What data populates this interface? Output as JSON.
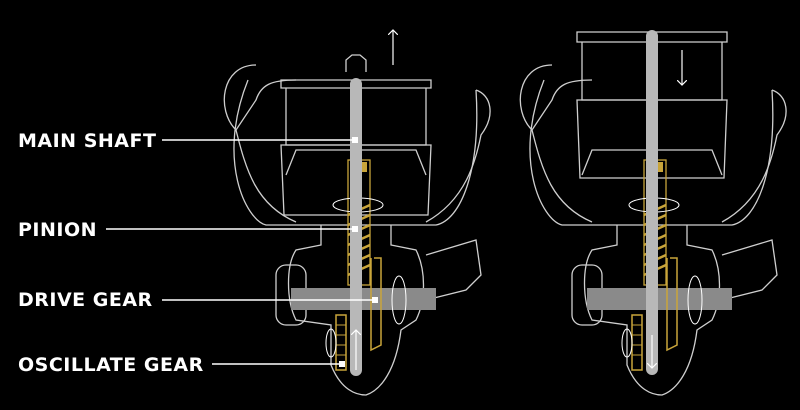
{
  "labels": {
    "main_shaft": "MAIN SHAFT",
    "pinion": "PINION",
    "drive_gear": "DRIVE GEAR",
    "oscillate_gear": "OSCILLATE GEAR"
  },
  "colors": {
    "background": "#000000",
    "outline": "#d8d8d8",
    "shaft": "#b8b8b8",
    "gear": "#c9a53a",
    "leader": "#ffffff"
  },
  "icons": [
    "arrow-up-icon",
    "arrow-down-icon",
    "rotation-arrow-icon"
  ]
}
